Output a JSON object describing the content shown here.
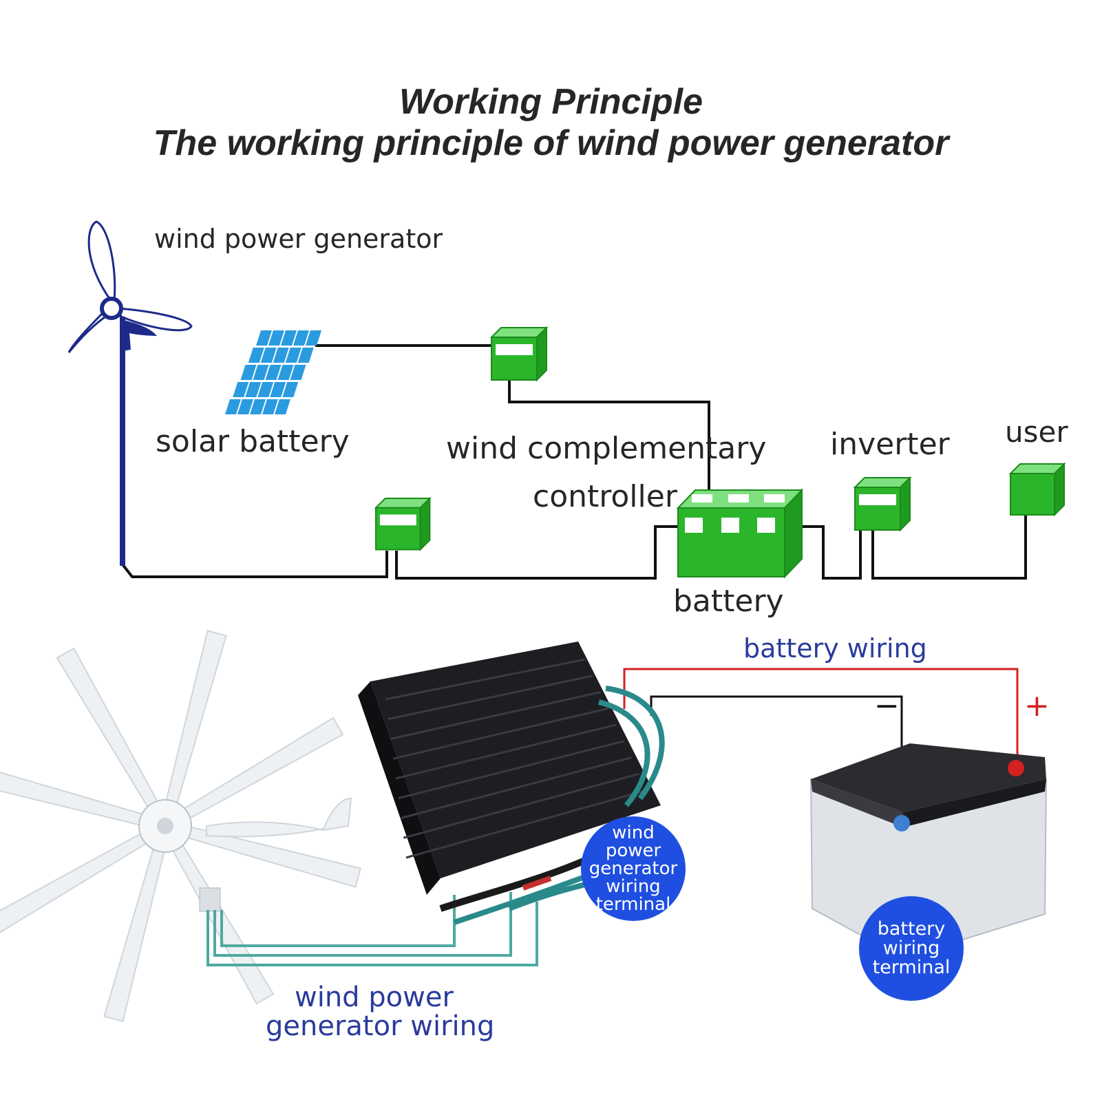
{
  "title": {
    "line1": "Working Principle",
    "line2": "The working principle of wind power generator"
  },
  "top_diagram": {
    "wind_power_generator": "wind power generator",
    "solar_battery": "solar battery",
    "controller_line1": "wind complementary",
    "controller_line2": "controller",
    "inverter": "inverter",
    "user": "user",
    "battery": "battery"
  },
  "bottom_diagram": {
    "battery_wiring": "battery wiring",
    "minus_sign": "−",
    "plus_sign": "+",
    "generator_terminal": [
      "wind",
      "power",
      "generator",
      "wiring",
      "terminal"
    ],
    "battery_terminal": [
      "battery",
      "wiring",
      "terminal"
    ],
    "generator_wiring_line1": "wind power",
    "generator_wiring_line2": "generator wiring"
  },
  "colors": {
    "component_green": "#2bb52b",
    "turbine_blue": "#1e2a8a",
    "solar_blue": "#2b9be0",
    "label_blue": "#2a3b9c",
    "circle_blue": "#1f4fe0",
    "wire_red": "#d42020"
  }
}
